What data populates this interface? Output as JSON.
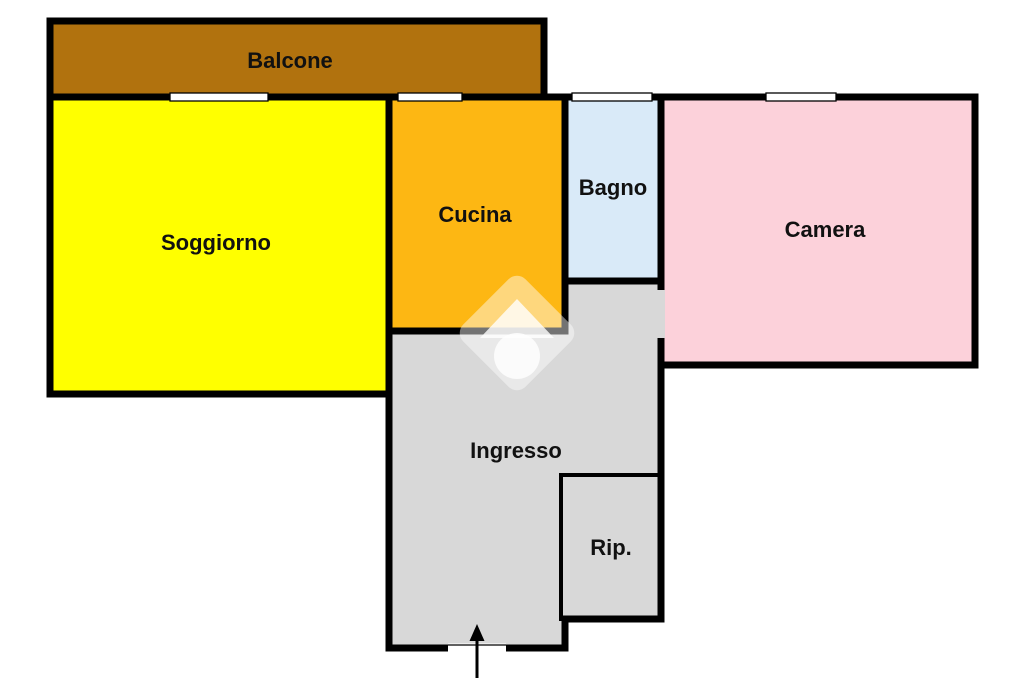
{
  "floorplan": {
    "rooms": {
      "balcone": {
        "label": "Balcone",
        "color": "#b1720e"
      },
      "soggiorno": {
        "label": "Soggiorno",
        "color": "#ffff00"
      },
      "cucina": {
        "label": "Cucina",
        "color": "#fdb713"
      },
      "bagno": {
        "label": "Bagno",
        "color": "#d9eaf8"
      },
      "camera": {
        "label": "Camera",
        "color": "#fcd1da"
      },
      "ingresso": {
        "label": "Ingresso",
        "color": "#d8d8d8"
      },
      "rip": {
        "label": "Rip.",
        "color": "#d8d8d8"
      }
    },
    "colors": {
      "wall": "#000000",
      "background": "#ffffff",
      "label_text": "#111111",
      "watermark": "#ffffff"
    }
  }
}
